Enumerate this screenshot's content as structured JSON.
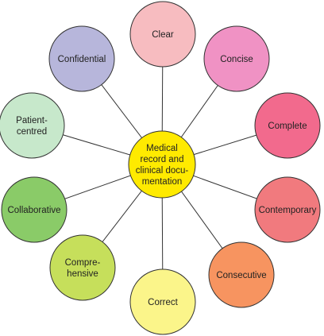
{
  "diagram": {
    "center": {
      "lines": [
        "Medical",
        "record and",
        "clinical docu-",
        "mentation"
      ],
      "fill": "#FFEA00"
    },
    "nodes": [
      {
        "id": "clear",
        "lines": [
          "Clear"
        ],
        "fill": "#F7BCC0"
      },
      {
        "id": "concise",
        "lines": [
          "Concise"
        ],
        "fill": "#F092C4"
      },
      {
        "id": "complete",
        "lines": [
          "Complete"
        ],
        "fill": "#F26A8D"
      },
      {
        "id": "contemporary",
        "lines": [
          "Contemporary"
        ],
        "fill": "#F17A7E"
      },
      {
        "id": "consecutive",
        "lines": [
          "Consecutive"
        ],
        "fill": "#F79460"
      },
      {
        "id": "correct",
        "lines": [
          "Correct"
        ],
        "fill": "#FBF58A"
      },
      {
        "id": "comprehensive",
        "lines": [
          "Compre-",
          "hensive"
        ],
        "fill": "#C6DF5B"
      },
      {
        "id": "collaborative",
        "lines": [
          "Collaborative"
        ],
        "fill": "#8ACB68"
      },
      {
        "id": "patient-centred",
        "lines": [
          "Patient-",
          "centred"
        ],
        "fill": "#C7E8CB"
      },
      {
        "id": "confidential",
        "lines": [
          "Confidential"
        ],
        "fill": "#B7B6DB"
      }
    ],
    "line_color": "#333333",
    "stroke_color": "#333333"
  }
}
